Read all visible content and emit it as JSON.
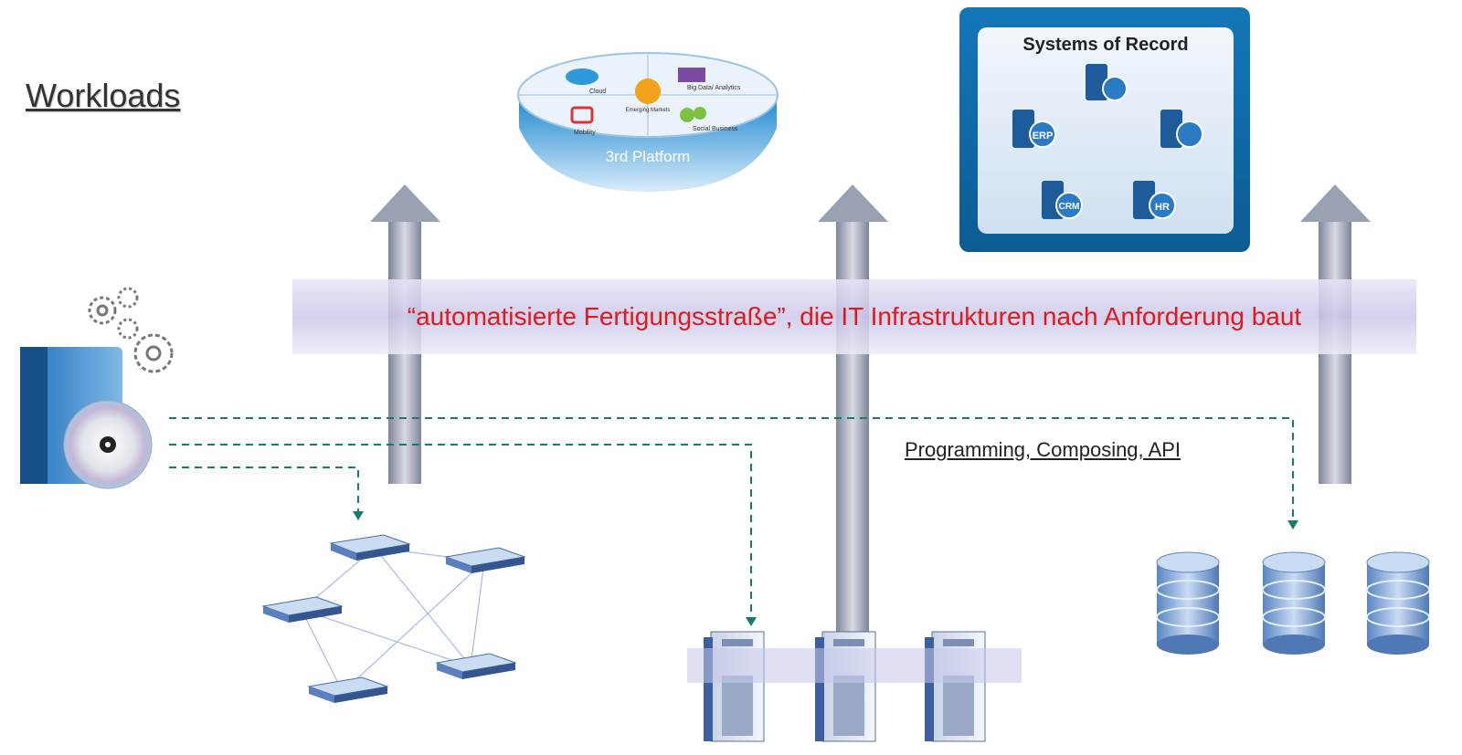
{
  "heading": "Workloads",
  "factory_band": "“automatisierte Fertigungsstraße”, die IT Infrastrukturen nach Anforderung baut",
  "programming_label": "Programming, Composing, API",
  "third_platform": {
    "label": "3rd Platform",
    "segments": [
      "Cloud",
      "Big Data/ Analytics",
      "Mobility",
      "Social Business"
    ],
    "center": "Emerging Markets"
  },
  "systems_of_record": {
    "title": "Systems of Record",
    "badges": [
      "ERP",
      "CRM",
      "HR"
    ]
  },
  "colors": {
    "band_text": "#e31818",
    "arrow": "#9aa1b2",
    "dashed_line": "#1a7a72",
    "sor_panel": "#0f6aa6",
    "database": "#7da3d6"
  }
}
